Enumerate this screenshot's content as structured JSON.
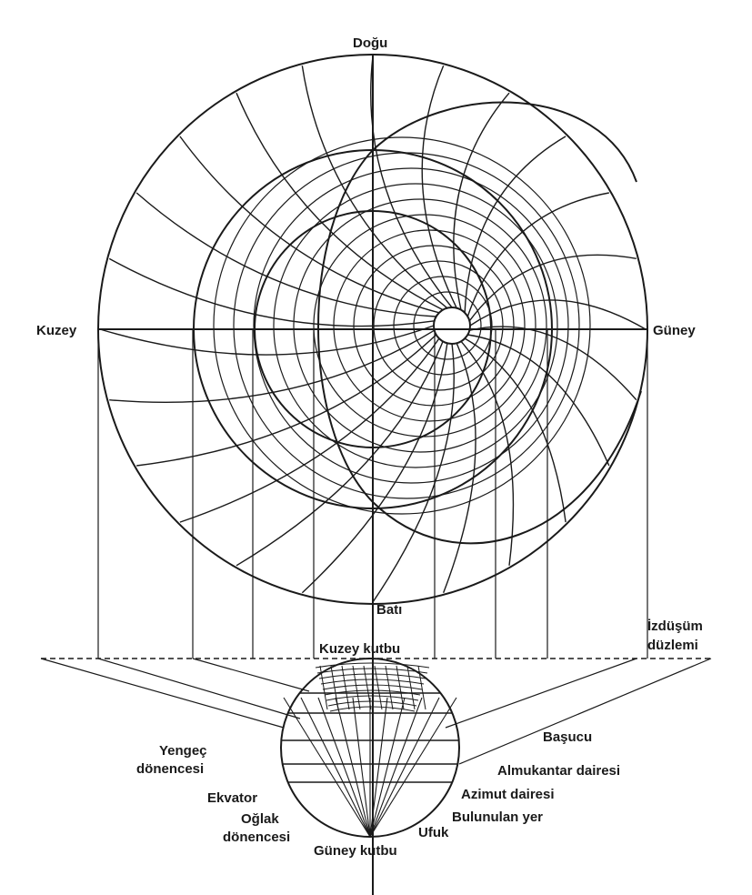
{
  "labels": {
    "east": "Doğu",
    "north": "Kuzey",
    "south": "Güney",
    "west": "Batı",
    "projection_plane_line1": "İzdüşüm",
    "projection_plane_line2": "düzlemi",
    "north_pole": "Kuzey kutbu",
    "south_pole": "Güney kutbu",
    "tropic_cancer_line1": "Yengeç",
    "tropic_cancer_line2": "dönencesi",
    "equator": "Ekvator",
    "tropic_capricorn_line1": "Oğlak",
    "tropic_capricorn_line2": "dönencesi",
    "zenith": "Başucu",
    "almucantar": "Almukantar dairesi",
    "azimuth": "Azimut dairesi",
    "observer": "Bulunulan yer",
    "horizon": "Ufuk"
  },
  "colors": {
    "ink": "#1a1a1a",
    "paper": "#ffffff"
  }
}
